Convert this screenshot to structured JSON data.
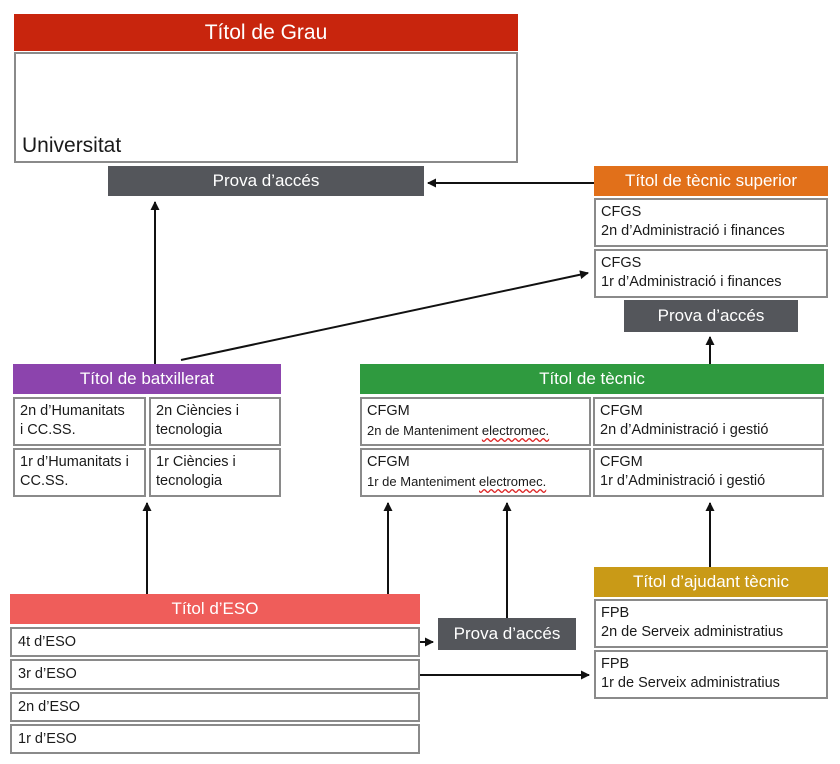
{
  "grau": {
    "title": "Títol de Grau",
    "institution": "Universitat"
  },
  "prova_acces": {
    "label": "Prova d’accés"
  },
  "tecnic_superior": {
    "title": "Títol de tècnic superior",
    "courses": [
      {
        "code": "CFGS",
        "name": "2n d’Administració i finances"
      },
      {
        "code": "CFGS",
        "name": "1r d’Administració i finances"
      }
    ]
  },
  "batxillerat": {
    "title": "Títol de batxillerat",
    "courses": [
      {
        "line1": "2n d’Humanitats",
        "line2": "i CC.SS."
      },
      {
        "line1": "2n Ciències i",
        "line2": "tecnologia"
      },
      {
        "line1": "1r d’Humanitats i",
        "line2": "CC.SS."
      },
      {
        "line1": "1r Ciències i",
        "line2": "tecnologia"
      }
    ]
  },
  "tecnic": {
    "title": "Títol de tècnic",
    "courses": [
      {
        "code": "CFGM",
        "name_prefix": "2n de Manteniment ",
        "name_marked": "electromec."
      },
      {
        "code": "CFGM",
        "name": "2n d’Administració i gestió"
      },
      {
        "code": "CFGM",
        "name_prefix": "1r de Manteniment ",
        "name_marked": "electromec."
      },
      {
        "code": "CFGM",
        "name": "1r d’Administració i gestió"
      }
    ]
  },
  "ajudant_tecnic": {
    "title": "Títol d’ajudant tècnic",
    "courses": [
      {
        "code": "FPB",
        "name": "2n de Serveix administratius"
      },
      {
        "code": "FPB",
        "name": "1r de Serveix administratius"
      }
    ]
  },
  "eso": {
    "title": "Títol d’ESO",
    "courses": [
      "4t d’ESO",
      "3r d’ESO",
      "2n d’ESO",
      "1r d’ESO"
    ]
  },
  "colors": {
    "grau": "#c8250d",
    "tecnic_superior": "#e1701a",
    "batxillerat": "#8c44ad",
    "tecnic": "#2f9a3f",
    "ajudant_tecnic": "#c99a17",
    "eso": "#ef5d5a",
    "prova": "#54565b"
  }
}
